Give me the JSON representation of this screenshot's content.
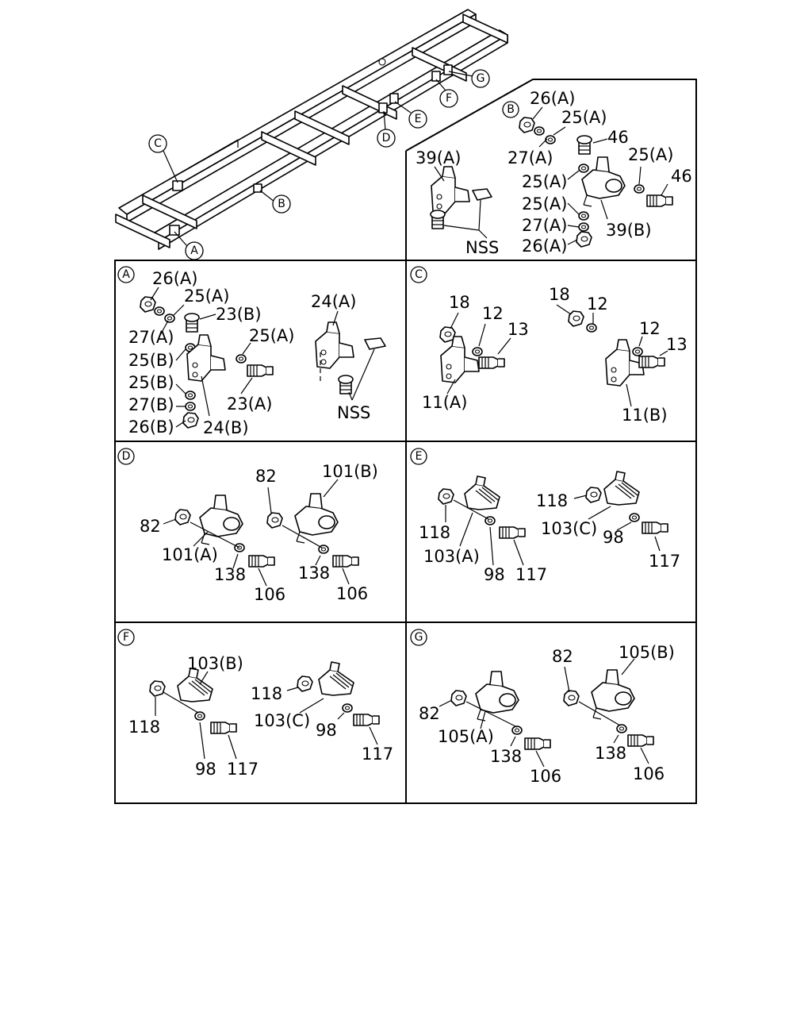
{
  "views": {
    "A": "A",
    "B": "B",
    "C": "C",
    "D": "D",
    "E": "E",
    "F": "F",
    "G": "G"
  },
  "panel_b": {
    "nut": "26(A)",
    "washer_top": "25(A)",
    "lock_washer": "27(A)",
    "bolt": "46",
    "washer_side": "25(A)",
    "bolt_side": "46",
    "washer_mid": "25(A)",
    "washer_low": "25(A)",
    "lock_low": "27(A)",
    "nut_low": "26(A)",
    "bracket_left": "39(A)",
    "bracket_right": "39(B)",
    "nss": "NSS"
  },
  "panel_a": {
    "nut": "26(A)",
    "washer_top": "25(A)",
    "bolt": "23(B)",
    "lock": "27(A)",
    "washer_side": "25(A)",
    "washer_b1": "25(B)",
    "washer_b2": "25(B)",
    "lock_b": "27(B)",
    "nut_b": "26(B)",
    "bracket_b": "24(B)",
    "bolt_a": "23(A)",
    "bracket_a": "24(A)",
    "nss": "NSS"
  },
  "panel_c": {
    "nut_l": "18",
    "washer_l": "12",
    "bolt_l": "13",
    "bracket_l": "11(A)",
    "nut_r": "18",
    "washer_r_top": "12",
    "washer_r": "12",
    "bolt_r": "13",
    "bracket_r": "11(B)"
  },
  "panel_d": {
    "nut_l": "82",
    "bracket_l": "101(A)",
    "washer_l": "138",
    "bolt_l": "106",
    "nut_r": "82",
    "bracket_r": "101(B)",
    "washer_r": "138",
    "bolt_r": "106"
  },
  "panel_e": {
    "nut_l": "118",
    "bracket_l": "103(A)",
    "washer_l": "98",
    "bolt_l": "117",
    "nut_r": "118",
    "bracket_r": "103(C)",
    "washer_r": "98",
    "bolt_r": "117"
  },
  "panel_f": {
    "bracket_l": "103(B)",
    "nut_l": "118",
    "washer_l": "98",
    "bolt_l": "117",
    "nut_r": "118",
    "bracket_r": "103(C)",
    "washer_r": "98",
    "bolt_r": "117"
  },
  "panel_g": {
    "nut_l": "82",
    "bracket_l": "105(A)",
    "washer_l": "138",
    "bolt_l": "106",
    "nut_r": "82",
    "bracket_r": "105(B)",
    "washer_r": "138",
    "bolt_r": "106"
  }
}
